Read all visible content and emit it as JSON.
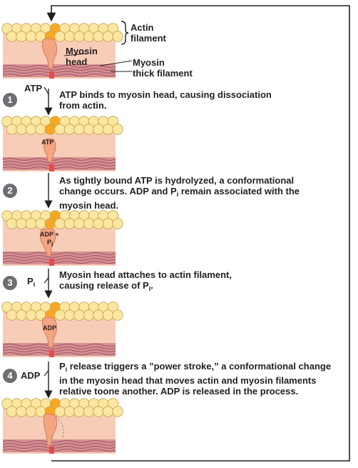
{
  "labels": {
    "actin": [
      "Actin",
      "filament"
    ],
    "myosin_head": [
      "Myosin",
      "head"
    ],
    "myosin_thick": [
      "Myosin",
      "thick filament"
    ]
  },
  "steps": [
    {
      "number": "1",
      "side_label": "ATP",
      "text": [
        "ATP binds to myosin head, causing dissociation",
        "from actin."
      ],
      "panel_label": "ATP"
    },
    {
      "number": "2",
      "side_label": "",
      "text": [
        "As tightly bound ATP is hydrolyzed, a conformational",
        "change occurs. ADP and P",
        "i",
        " remain associated with the",
        "myosin head."
      ],
      "panel_label": [
        "ADP +",
        "P",
        "i"
      ]
    },
    {
      "number": "3",
      "side_label": [
        "P",
        "i"
      ],
      "text": [
        "Myosin head attaches to actin filament,",
        "causing release of P",
        "i",
        "."
      ],
      "panel_label": "ADP"
    },
    {
      "number": "4",
      "side_label": "ADP",
      "text": [
        "P",
        "i",
        " release triggers a ”power stroke,” a conformational change",
        "in the myosin head that moves actin and myosin filaments",
        "relative toone another. ADP is released in the process."
      ],
      "panel_label": ""
    }
  ],
  "colors": {
    "actin_bead": "#fbe7a1",
    "actin_active": "#f7a823",
    "myosin_head": "#f4a582",
    "background_pink": "#f8cdb8",
    "thick_filament": "#c97b86",
    "step_circle": "#6d6e71"
  }
}
